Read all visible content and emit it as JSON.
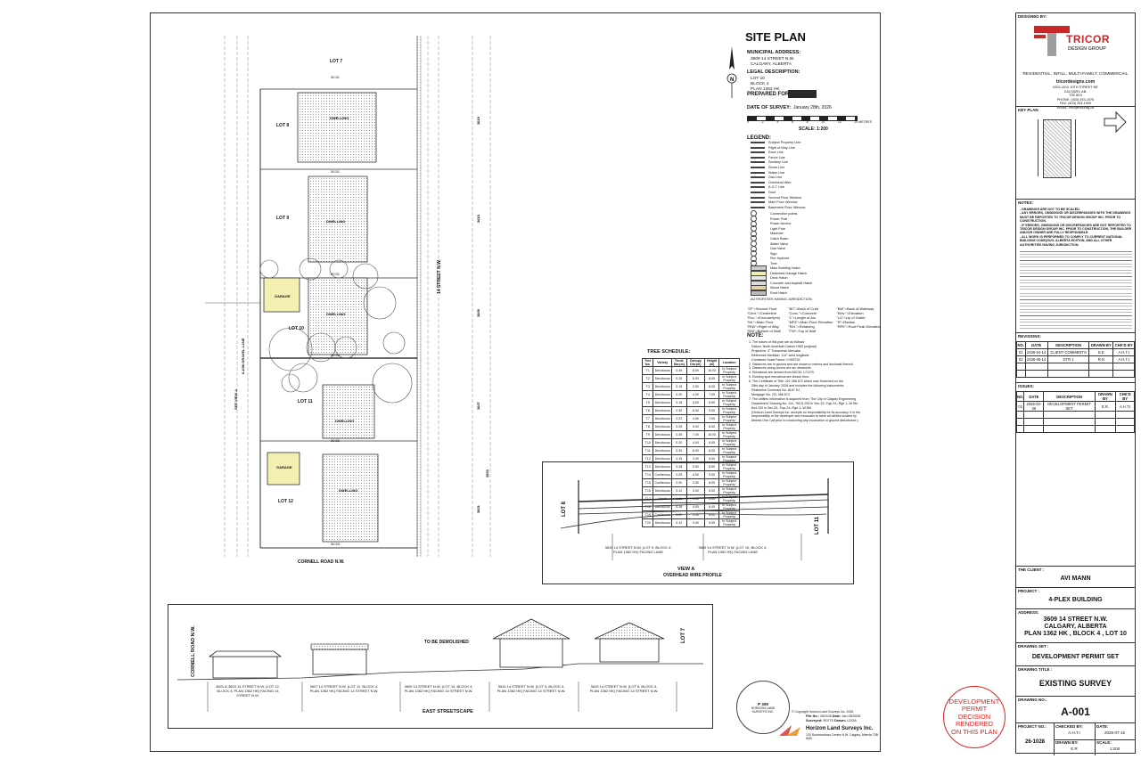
{
  "site_plan": {
    "title": "SITE PLAN",
    "municipal_address_label": "MUNICIPAL ADDRESS:",
    "municipal_address_line1": "3609 14 STREET N.W.",
    "municipal_address_line2": "CALGARY, ALBERTA",
    "legal_description_label": "LEGAL DESCRIPTION:",
    "legal_lot": "LOT 10",
    "legal_block": "BLOCK 4",
    "legal_plan": "PLAN 1362 HK",
    "prepared_for_label": "PREPARED FOR:",
    "date_of_survey_label": "DATE OF SURVEY:",
    "date_of_survey_value": "January 28th, 2026",
    "scale_label": "SCALE: 1:200",
    "scale_ticks": [
      "0",
      "2",
      "4",
      "6",
      "8",
      "10",
      "12",
      "20 METRES"
    ]
  },
  "plan": {
    "lots": [
      "LOT 7",
      "LOT 8",
      "LOT 9",
      "LOT 10",
      "LOT 11",
      "LOT 12"
    ],
    "dwelling_label": "DWELLING",
    "garage_label": "GARAGE",
    "street_right": "14 STREET N.W.",
    "street_bottom": "CORNELL ROAD N.W.",
    "lane_left": "6.10M GRAVEL LANE",
    "lane_left2": "SEE VIEW A",
    "house_numbers": [
      "3619",
      "3615",
      "3609",
      "3607",
      "3603",
      "3601"
    ],
    "top_dims": [
      "30.51",
      "30.51",
      "30.51",
      "30.52",
      "30.52",
      "30.53"
    ]
  },
  "legend": {
    "title": "LEGEND:",
    "items": [
      "Subject Property Line",
      "Right of Way Line",
      "Eave Line",
      "Fence Line",
      "Sanitary Line",
      "Storm Line",
      "Water Line",
      "Gas Line",
      "Overhead Wire",
      "A.G.T Line",
      "Door",
      "Second Floor Window",
      "Main Floor Window",
      "Basement Floor Window",
      "Connection points",
      "Power Pole",
      "Power Anchor",
      "Light Pole",
      "Manhole",
      "Catch Basin",
      "Water Valve",
      "Gas Valve",
      "Sign",
      "Fire Hydrant",
      "Tree",
      "Main Building Hatch",
      "Detached Garage Hatch",
      "Deck Hatch",
      "Concrete and Asphalt Hatch",
      "Wood Hatch",
      "Roof Hatch"
    ],
    "authority": "AUTHORITIES HAVING JURISDICTION:"
  },
  "abbreviations": [
    "\"2F\"=Second Floor",
    "\"BC\"=Back of Curb",
    "\"BW\"=Back of Walkway",
    "\"Cent.\"=Centreline",
    "\"Conc.\"=Concrete",
    "\"Elev.\"=Elevation",
    "\"Enc.\"=Encroach(es)",
    "\"L\"=Length of Arc",
    "\"LG\"=Lip of Gutter",
    "\"ML\"=Main Floor",
    "\"MFE\"=Main Floor Elevation",
    "\"R\"=Radius",
    "\"R/W\"=Right of Way",
    "\"Ret.\"=Retaining",
    "\"RPE\"=Roof Peak Elevation",
    "\"BW\"=Bottom of Wall",
    "\"TW\"=Top of Wall"
  ],
  "notes": {
    "title": "NOTE:",
    "lines": [
      "1. The bases of this plan are as follows:",
      "   Datum: North American Datum 1983 (original)",
      "   Projection: 3° Transverse Mercator",
      "   Reference Meridian: 114° west longitude",
      "   Combined Scale Factor: 0.999732",
      "2. Distances are in ground and are shown in metres and decimals thereof.",
      "3. Distances along curves are arc distances.",
      "4. Elevations are derived from ASCM: 171270",
      "5. Existing spot elevations are shown thus:",
      "6. The Certificate of Title: 221 266 672 which was Searched on the",
      "   28th day of January, 2026 and includes the following Instruments:",
      "   Restrictive Covenant No. 8167 HJ",
      "   Mortgage No. 221 266 673",
      "7. The utilities information is acquired from 'The City of Calgary Engineering",
      "   Department' Drawing No. 110, 783 & 200 in Sec.33--Twp.24--Rge.1--W.5M.",
      "   And 200 in Sec.33--Twp.24--Rge.1--W.5M.",
      "   (Horizon Land Surveys Inc. accepts no responsibility for its accuracy. It is the",
      "   responsibility of the developer and excavator to have all utilities located by",
      "   Alberta One Call prior to conducting any excavation or ground disturbance.)"
    ]
  },
  "tree_schedule": {
    "title": "TREE SCHEDULE:",
    "headers": [
      "Tree No.",
      "Variety",
      "Trunk Dia.(m)",
      "Canopy Dia.(m)",
      "Height (m)",
      "Location"
    ],
    "rows": [
      [
        "T1",
        "Deciduous",
        "0.40",
        "8.00",
        "10.00",
        "In Subject Property"
      ],
      [
        "T2",
        "Deciduous",
        "0.25",
        "5.00",
        "8.00",
        "In Subject Property"
      ],
      [
        "T3",
        "Deciduous",
        "0.15",
        "3.50",
        "6.00",
        "In Subject Property"
      ],
      [
        "T4",
        "Deciduous",
        "0.20",
        "4.00",
        "7.00",
        "In Subject Property"
      ],
      [
        "T5",
        "Deciduous",
        "0.18",
        "4.00",
        "6.50",
        "In Subject Property"
      ],
      [
        "T6",
        "Deciduous",
        "0.30",
        "6.00",
        "9.00",
        "In Subject Property"
      ],
      [
        "T7",
        "Deciduous",
        "0.22",
        "4.50",
        "7.00",
        "In Subject Property"
      ],
      [
        "T8",
        "Deciduous",
        "0.25",
        "5.00",
        "8.00",
        "In Subject Property"
      ],
      [
        "T9",
        "Deciduous",
        "0.35",
        "7.00",
        "10.00",
        "In Subject Property"
      ],
      [
        "T10",
        "Deciduous",
        "0.20",
        "4.00",
        "6.00",
        "In Subject Property"
      ],
      [
        "T11",
        "Deciduous",
        "0.30",
        "6.00",
        "8.00",
        "In Subject Property"
      ],
      [
        "T12",
        "Deciduous",
        "0.15",
        "3.00",
        "5.00",
        "In Subject Property"
      ],
      [
        "T13",
        "Deciduous",
        "0.28",
        "5.50",
        "8.50",
        "In Subject Property"
      ],
      [
        "T14",
        "Coniferous",
        "0.25",
        "4.00",
        "9.00",
        "In Subject Property"
      ],
      [
        "T15",
        "Coniferous",
        "0.20",
        "3.50",
        "8.00",
        "In Subject Property"
      ],
      [
        "T16",
        "Deciduous",
        "0.12",
        "3.00",
        "5.00",
        "In Subject Property"
      ],
      [
        "T17",
        "Shrub",
        "0.05",
        "1.50",
        "2.00",
        "In Subject Property"
      ],
      [
        "T18",
        "Deciduous",
        "0.18",
        "4.00",
        "6.00",
        "In Subject Property"
      ],
      [
        "T19",
        "Coniferous",
        "0.22",
        "4.00",
        "8.00",
        "In Subject Property"
      ],
      [
        "T20",
        "Deciduous",
        "0.12",
        "3.00",
        "5.00",
        "In Subject Property"
      ]
    ]
  },
  "view_a": {
    "title": "VIEW A",
    "subtitle": "OVERHEAD WIRE PROFILE",
    "left_label": "LOT 8",
    "right_label": "LOT 11",
    "caption_left": "3615 14 STREET N.W. (LOT 9, BLOCK 4, PLAN 1362 HK) FACING LANE",
    "caption_right": "3609 14 STREET N.W. (LOT 10, BLOCK 4, PLAN 1362 HK) FACING LANE"
  },
  "streetscape": {
    "title": "EAST STREETSCAPE",
    "left_road": "CORNELL ROAD N.W.",
    "right_lot": "LOT 7",
    "demolish": "TO BE DEMOLISHED",
    "captions": [
      "3601 & 3603 14 STREET N.W. (LOT 12, BLOCK 4, PLAN 1362 HK) FACING 14 STREET N.W.",
      "3607 14 STREET N.W. (LOT 11, BLOCK 4, PLAN 1362 HK) FACING 14 STREET N.W.",
      "3609 14 STREET N.W. (LOT 10, BLOCK 4, PLAN 1362 HK) FACING 14 STREET N.W.",
      "3615 14 STREET N.W. (LOT 9, BLOCK 4, PLAN 1362 HK) FACING 14 STREET N.W.",
      "3619 14 STREET N.W. (LOT 8, BLOCK 4, PLAN 1362 HK) FACING 14 STREET N.W."
    ]
  },
  "surveyor": {
    "name": "Horizon Land Surveys Inc.",
    "permit": "P 309",
    "seal_text": "HORIZON LAND SURVEYS INC.",
    "copyright": "© Copyright Horizon Land Surveys Inc. 2026",
    "file_no_label": "File No.:",
    "file_no": "260108",
    "date_label": "Date:",
    "date": "Jan.28/2026",
    "surveyed_label": "Surveyed:",
    "surveyed": "RG/TS",
    "drawn_label": "Drawn:",
    "drawn": "LZ/DA",
    "address": "120 Sunmeadows Centre N.W. Calgary, Alberta T3B 5M5"
  },
  "stamp": {
    "lines": [
      "DEVELOPMENT",
      "PERMIT",
      "DECISION",
      "RENDERED",
      "ON THIS PLAN"
    ],
    "color": "#dd2222"
  },
  "title_block": {
    "designed_by_label": "DESIGNED BY:",
    "company": "TRICOR",
    "company_sub": "DESIGN GROUP",
    "services": "RESIDENTIAL, INFILL, MULTI-FAMILY, COMMERCIAL",
    "website": "tricordesigns.com",
    "address": "#202,4210 10TH STREET NE",
    "city": "CALGARY, AB.",
    "postal": "T2E 6K3",
    "phone": "PHONE: (403) 253-1976",
    "fax": "FAX: (403) 253-1990",
    "email": "EMAIL: info@tricordg.ca",
    "key_plan_label": "KEY PLAN",
    "notes_label": "NOTES:",
    "notes": [
      "- DRAWINGS ARE NOT TO BE SCALED.",
      "- ANY ERRORS, OMISSIONS OR DISCREPANCIES WITH THE DRAWINGS MUST BE REPORTED TO TRICOR DESIGN GROUP INC. PRIOR TO CONSTRUCTION.",
      "- IF ERRORS, OMISSIONS OR DISCREPANCIES ARE NOT REPORTED TO TRICOR DESIGN GROUP INC. PRIOR TO CONSTRUCTION, THE BUILDER AND/OR OWNER ARE FULLY RESPONSIBLE.",
      "- ALL WORK IS PERFORMED TO COMPLY TO CURRENT NATIONAL BUILDING CODE(2023- ALBERTA EDITION, AND ALL OTHER AUTHORITIES HAVING JURISDICTION."
    ],
    "revisions_label": "REVISIONS:",
    "rev_headers": [
      "NO.",
      "DATE",
      "DESCRIPTION",
      "DRAWN BY",
      "CHK'D BY"
    ],
    "revisions": [
      [
        "01",
        "2026-04-14",
        "CLIENT COMMENTS",
        "E.E",
        "A.H.T.I"
      ],
      [
        "02",
        "2026-05-14",
        "DTR 1",
        "R.N",
        "A.H.T.I"
      ]
    ],
    "issues_label": "ISSUES:",
    "issues": [
      [
        "01",
        "2026-03-26",
        "DEVELOPMENT PERMIT SET",
        "E.R.",
        "A.H.T.I"
      ]
    ],
    "client_label": "THE CLIENT :",
    "client": "AVI MANN",
    "project_label": "PROJECT :",
    "project": "4-PLEX BUILDING",
    "address_label": "ADDRESS:",
    "address_line1": "3609 14 STREET N.W.",
    "address_line2": "CALGARY, ALBERTA",
    "address_line3": "PLAN 1362 HK , BLOCK 4 , LOT 10",
    "drawing_set_label": "DRAWING SET :",
    "drawing_set": "DEVELOPMENT PERMIT SET",
    "drawing_title_label": "DRAWING TITLE :",
    "drawing_title": "EXISTING SURVEY",
    "drawing_no_label": "DRAWING NO.:",
    "drawing_no": "A-001",
    "project_no_label": "PROJECT NO.:",
    "project_no": "26-1028",
    "checked_by_label": "CHECKED BY:",
    "checked_by": "A.H.T.I",
    "date_label": "DATE:",
    "date": "2026-07-15",
    "drawn_by_label": "DRAWN BY:",
    "drawn_by": "E.R",
    "scale_label": "SCALE:",
    "scale": "1:200"
  }
}
